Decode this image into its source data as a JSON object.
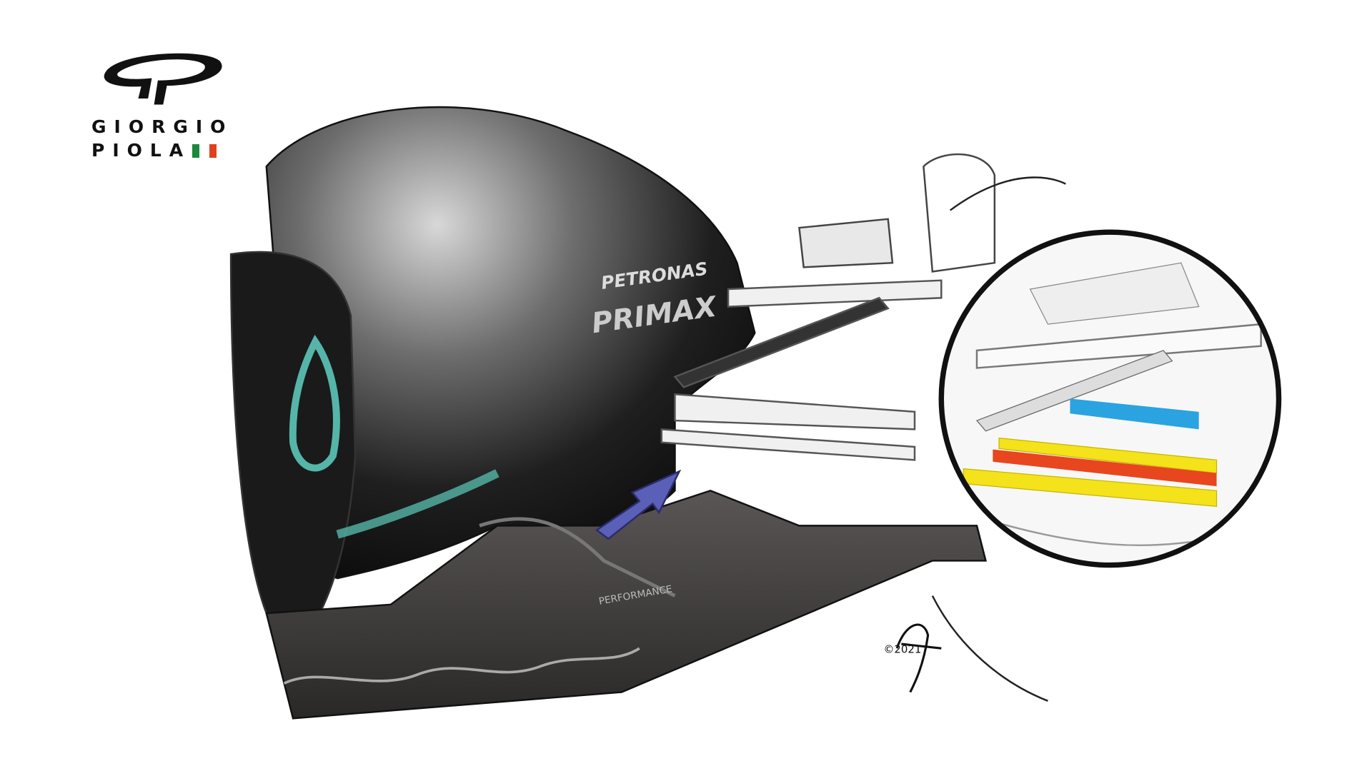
{
  "logo": {
    "line1": "GIORGIO",
    "line2": "PIOLA",
    "flag_colors": [
      "#1a8a3a",
      "#ffffff",
      "#e0401f"
    ]
  },
  "car_markings": {
    "sponsor1": "PETRONAS",
    "sponsor2": "PRIMAX",
    "sponsor3": "PERFORMANCE"
  },
  "signature": "©2021",
  "highlight_colors": {
    "blue": "#2aa3e0",
    "red": "#e8461e",
    "yellow": "#f4e21a",
    "arrow": "#5a5fb8",
    "accent": "#55b5a8"
  }
}
